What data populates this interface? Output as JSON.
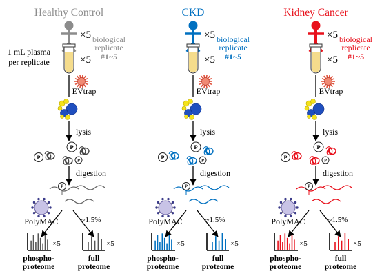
{
  "plasma_label": "1 mL plasma\nper replicate",
  "person_multiplier": "×5",
  "tube_multiplier": "×5",
  "evtrap_label": "EVtrap",
  "lysis_label": "lysis",
  "digestion_label": "digestion",
  "phospho_marker": "P",
  "polymac_label": "PolyMAC",
  "enrich_fraction": "~1.5%",
  "spectra_multiplier": "×5",
  "phospho_label": "phospho-\nproteome",
  "full_label": "full\nproteome",
  "colors": {
    "control": "#8c8c8c",
    "ckd": "#0070c0",
    "cancer": "#e8111c",
    "tube_fill": "#f5dc8c",
    "ev_yellow": "#f4e21a",
    "ev_blue": "#1f4fbf"
  },
  "groups": [
    {
      "id": "control",
      "title": "Healthy Control",
      "color": "#8c8c8c",
      "replicate_line1": "biological",
      "replicate_line2": "replicate",
      "replicate_line3": "#1~5",
      "replicate_color": "#8c8c8c"
    },
    {
      "id": "ckd",
      "title": "CKD",
      "color": "#0070c0",
      "replicate_line1": "biological",
      "replicate_line2": "replicate",
      "replicate_line3": "#1~5",
      "replicate_color": "#0070c0"
    },
    {
      "id": "cancer",
      "title": "Kidney Cancer",
      "color": "#e8111c",
      "replicate_line1": "biological",
      "replicate_line2": "replicate",
      "replicate_line3": "#1~5",
      "replicate_color": "#e8111c"
    }
  ]
}
